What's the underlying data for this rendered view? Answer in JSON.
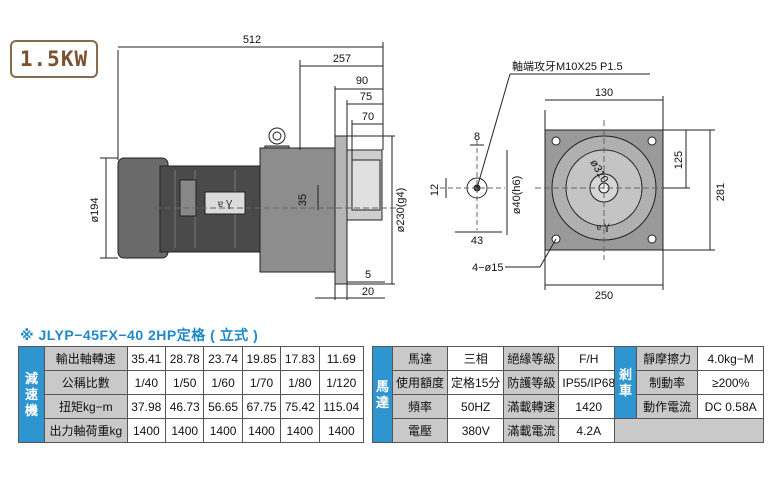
{
  "badge": "1.5KW",
  "dimensions": {
    "d512": "512",
    "d257": "257",
    "d90": "90",
    "d75": "75",
    "d70": "70",
    "d194": "ø194",
    "d35": "35",
    "d230": "ø230(g4)",
    "d5": "5",
    "d20": "20",
    "callout": "軸端攻牙M10X25 P1.5",
    "d130": "130",
    "d8": "8",
    "d310": "ø310",
    "d125": "125",
    "d12": "12",
    "d40": "ø40(h6)",
    "d281": "281",
    "d43": "43",
    "holes": "4−ø15",
    "d250": "250"
  },
  "title": "※ JLYP−45FX−40   2HP定格 ( 立式 )",
  "reducer": {
    "side_label": [
      "減",
      "速",
      "機"
    ],
    "rows": [
      {
        "label": "輸出軸轉速",
        "values": [
          "35.41",
          "28.78",
          "23.74",
          "19.85",
          "17.83",
          "11.69"
        ]
      },
      {
        "label": "公稱比數",
        "values": [
          "1/40",
          "1/50",
          "1/60",
          "1/70",
          "1/80",
          "1/120"
        ]
      },
      {
        "label": "扭矩kg−m",
        "values": [
          "37.98",
          "46.73",
          "56.65",
          "67.75",
          "75.42",
          "115.04"
        ]
      },
      {
        "label": "出力軸荷重kg",
        "values": [
          "1400",
          "1400",
          "1400",
          "1400",
          "1400",
          "1400"
        ]
      }
    ]
  },
  "motor": {
    "side_label": [
      "馬",
      "達"
    ],
    "rows": [
      {
        "k1": "馬達",
        "v1": "三相",
        "k2": "絕緣等級",
        "v2": "F/H"
      },
      {
        "k1": "使用額度",
        "v1": "定格15分",
        "k2": "防護等級",
        "v2": "IP55/IP68"
      },
      {
        "k1": "頻率",
        "v1": "50HZ",
        "k2": "滿載轉速",
        "v2": "1420"
      },
      {
        "k1": "電壓",
        "v1": "380V",
        "k2": "滿載電流",
        "v2": "4.2A"
      }
    ]
  },
  "brake": {
    "side_label": [
      "剎",
      "車"
    ],
    "rows": [
      {
        "k": "靜摩擦力",
        "v": "4.0kg−M"
      },
      {
        "k": "制動率",
        "v": "≥200%"
      },
      {
        "k": "動作電流",
        "v": "DC 0.58A"
      }
    ]
  }
}
